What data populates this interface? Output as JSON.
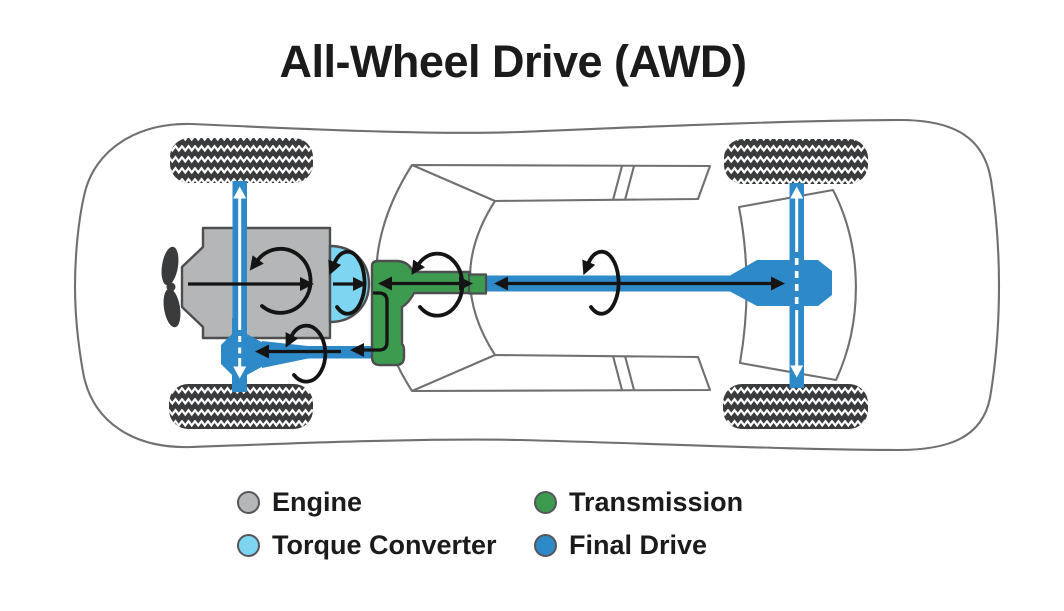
{
  "title": "All-Wheel Drive (AWD)",
  "legend": {
    "items": [
      {
        "label": "Engine",
        "color": "#b4b6b8"
      },
      {
        "label": "Torque Converter",
        "color": "#7ed5f1"
      },
      {
        "label": "Transmission",
        "color": "#3d9b4f"
      },
      {
        "label": "Final Drive",
        "color": "#2e89c9"
      }
    ]
  },
  "colors": {
    "engine": "#b4b6b8",
    "torque_converter": "#7ed5f1",
    "transmission": "#3d9b4f",
    "final_drive": "#2e89c9",
    "tire": "#3a3b3c",
    "body_outline": "#6f7072",
    "component_border": "#4d4e50",
    "arrow": "#141414",
    "background": "#ffffff"
  }
}
